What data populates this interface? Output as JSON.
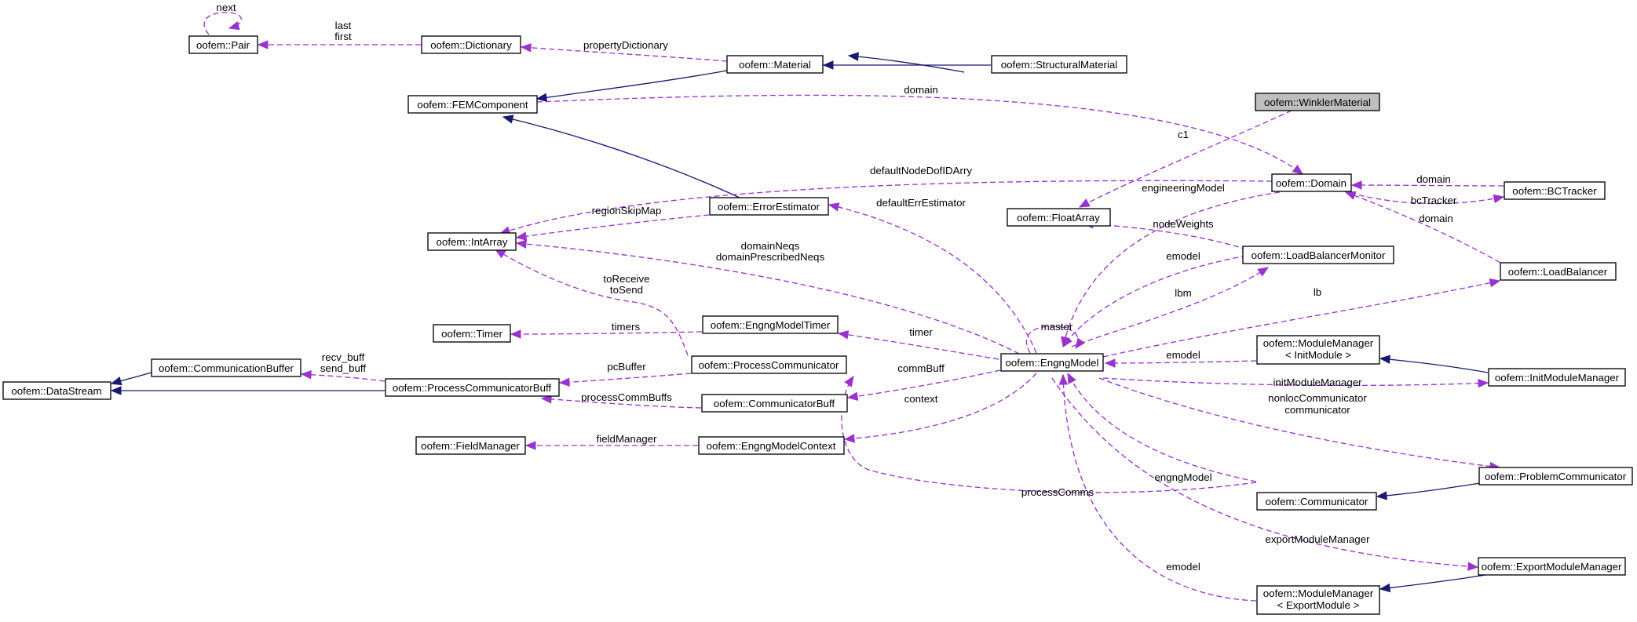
{
  "nodes": {
    "Pair": "oofem::Pair",
    "Dictionary": "oofem::Dictionary",
    "Material": "oofem::Material",
    "StructuralMaterial": "oofem::StructuralMaterial",
    "WinklerMaterial": "oofem::WinklerMaterial",
    "FEMComponent": "oofem::FEMComponent",
    "Domain": "oofem::Domain",
    "BCTracker": "oofem::BCTracker",
    "FloatArray": "oofem::FloatArray",
    "ErrorEstimator": "oofem::ErrorEstimator",
    "IntArray": "oofem::IntArray",
    "LoadBalancerMonitor": "oofem::LoadBalancerMonitor",
    "LoadBalancer": "oofem::LoadBalancer",
    "Timer": "oofem::Timer",
    "EngngModelTimer": "oofem::EngngModelTimer",
    "CommunicationBuffer": "oofem::CommunicationBuffer",
    "ProcessCommunicator": "oofem::ProcessCommunicator",
    "EngngModel": "oofem::EngngModel",
    "ModuleManagerInit1": "oofem::ModuleManager",
    "ModuleManagerInit2": "< InitModule >",
    "InitModuleManager": "oofem::InitModuleManager",
    "DataStream": "oofem::DataStream",
    "ProcessCommunicatorBuff": "oofem::ProcessCommunicatorBuff",
    "CommunicatorBuff": "oofem::CommunicatorBuff",
    "FieldManager": "oofem::FieldManager",
    "EngngModelContext": "oofem::EngngModelContext",
    "ProblemCommunicator": "oofem::ProblemCommunicator",
    "Communicator": "oofem::Communicator",
    "ExportModuleManager": "oofem::ExportModuleManager",
    "ModuleManagerExport1": "oofem::ModuleManager",
    "ModuleManagerExport2": "< ExportModule >"
  },
  "edge_labels": {
    "next": "next",
    "last": "last",
    "first": "first",
    "propertyDictionary": "propertyDictionary",
    "domain_fem": "domain",
    "c1": "c1",
    "defaultNodeDofIDArry": "defaultNodeDofIDArry",
    "domain_bc": "domain",
    "bcTracker": "bcTracker",
    "domain_lb": "domain",
    "engineeringModel": "engineeringModel",
    "defaultErrEstimator": "defaultErrEstimator",
    "regionSkipMap": "regionSkipMap",
    "nodeWeights": "nodeWeights",
    "domainNeqs": "domainNeqs",
    "domainPrescribedNeqs": "domainPrescribedNeqs",
    "emodel_lbm": "emodel",
    "lbm": "lbm",
    "lb": "lb",
    "toReceive": "toReceive",
    "toSend": "toSend",
    "master": "master",
    "timers": "timers",
    "timer": "timer",
    "recv_buff": "recv_buff",
    "send_buff": "send_buff",
    "pcBuffer": "pcBuffer",
    "commBuff": "commBuff",
    "emodel_mm": "emodel",
    "processCommBuffs": "processCommBuffs",
    "context": "context",
    "initModuleManager": "initModuleManager",
    "nonlocCommunicator": "nonlocCommunicator",
    "communicator": "communicator",
    "fieldManager": "fieldManager",
    "engngModel": "engngModel",
    "processComms": "processComms",
    "exportModuleManager": "exportModuleManager",
    "emodel_export": "emodel"
  },
  "colors": {
    "inheritance_edge": "#191970",
    "usage_edge": "#9a32cd",
    "highlighted_node": "#bfbfbf",
    "node_fill": "#ffffff"
  }
}
